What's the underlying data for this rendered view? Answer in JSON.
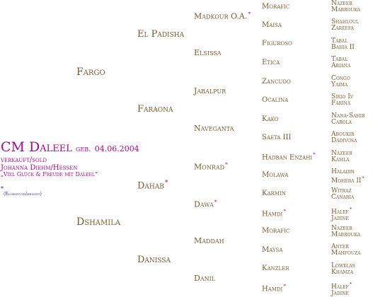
{
  "horse": {
    "name": "CM Daleel",
    "geb_label": "geb.",
    "birth_date": "04.06.2004",
    "status": "verkauft/sold",
    "owner": "Johanna Diehm/Hessen",
    "wish": "„Viel Glück & Freude mit Daleel“",
    "note_star": "*",
    "note": "(Elitestute/hengst)"
  },
  "gen1": {
    "sire": "Fargo",
    "dam": "Dshamila"
  },
  "gen2": {
    "sire_sire": "El Padisha",
    "sire_dam": "Faraona",
    "dam_sire": "Dahab",
    "dam_dam": "Danissa"
  },
  "gen3": [
    "Madkour O.A.",
    "Elsissa",
    "Jabalpur",
    "Naveganta",
    "Monrad",
    "Dawa",
    "Maddah",
    "Danil"
  ],
  "gen4": [
    "Morafic",
    "Maisa",
    "Figuroso",
    "Etica",
    "Zancudo",
    "Ocalina",
    "Kako",
    "Saeta III",
    "Hadban Enzahi",
    "Molawa",
    "Karmin",
    "Hamdi",
    "Morafic",
    "Maysa",
    "Kanzler",
    "Hamdi"
  ],
  "gen5": [
    [
      "Nazeer",
      "Mabrouka"
    ],
    [
      "Shahloul",
      "Zareefa"
    ],
    [
      "Tabal",
      "Bahia II"
    ],
    [
      "Tabal",
      "Ariana"
    ],
    [
      "Congo",
      "Yaima"
    ],
    [
      "Sirio Iv",
      "Farina"
    ],
    [
      "Nana-Sahib",
      "Carola"
    ],
    [
      "Aboukir",
      "Dadivosa"
    ],
    [
      "Nazeer",
      "Kamla"
    ],
    [
      "Haladin",
      "Moheba II"
    ],
    [
      "Witraz",
      "Canaria"
    ],
    [
      "Halef",
      "Jadine"
    ],
    [
      "Nazeer",
      "Mabrouka"
    ],
    [
      "Anter",
      "Mahfouza"
    ],
    [
      "Lowelas",
      "Khamza"
    ],
    [
      "Halef",
      "Jadine"
    ]
  ],
  "star_symbol": "*"
}
